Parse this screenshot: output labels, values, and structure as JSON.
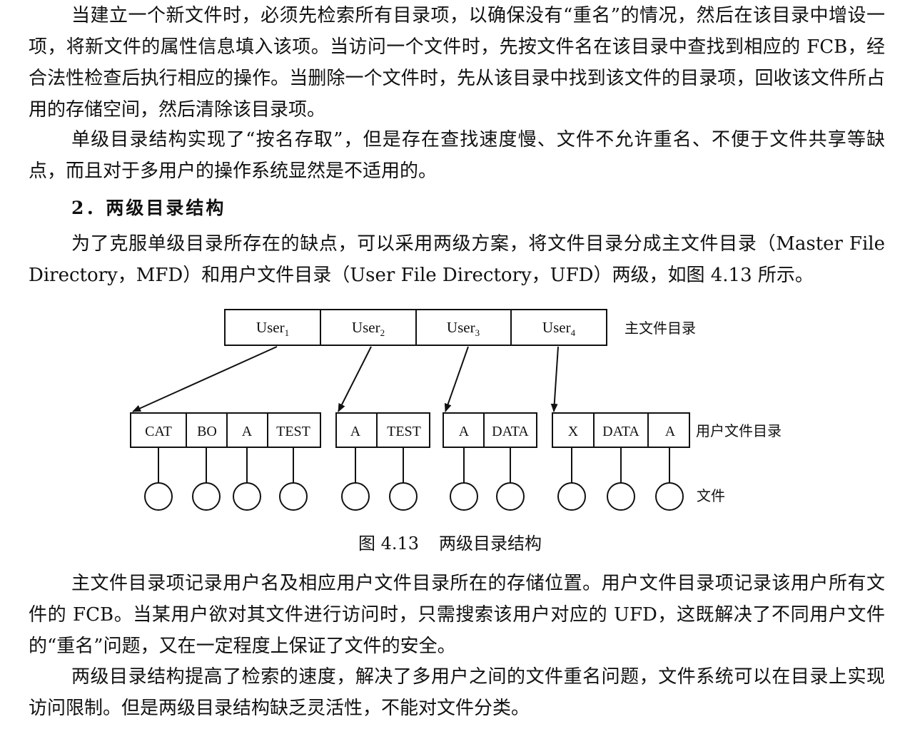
{
  "paragraphs": [
    "当建立一个新文件时，必须先检索所有目录项，以确保没有“重名”的情况，然后在该目录中增设一项，将新文件的属性信息填入该项。当访问一个文件时，先按文件名在该目录中查找到相应的 FCB，经合法性检查后执行相应的操作。当删除一个文件时，先从该目录中找到该文件的目录项，回收该文件所占用的存储空间，然后清除该目录项。",
    "单级目录结构实现了“按名存取”，但是存在查找速度慢、文件不允许重名、不便于文件共享等缺点，而且对于多用户的操作系统显然是不适用的。",
    "为了克服单级目录所存在的缺点，可以采用两级方案，将文件目录分成主文件目录（Master File Directory，MFD）和用户文件目录（User File Directory，UFD）两级，如图 4.13 所示。",
    "主文件目录项记录用户名及相应用户文件目录所在的存储位置。用户文件目录项记录该用户所有文件的 FCB。当某用户欲对其文件进行访问时，只需搜索该用户对应的 UFD，这既解决了不同用户文件的“重名”问题，又在一定程度上保证了文件的安全。",
    "两级目录结构提高了检索的速度，解决了多用户之间的文件重名问题，文件系统可以在目录上实现访问限制。但是两级目录结构缺乏灵活性，不能对文件分类。"
  ],
  "section_heading": "2．两级目录结构",
  "figure": {
    "caption_number": "图 4.13",
    "caption_title": "两级目录结构",
    "mfd_label": "主文件目录",
    "ufd_label": "用户文件目录",
    "file_label": "文件",
    "users": [
      {
        "name": "User",
        "sub": "1"
      },
      {
        "name": "User",
        "sub": "2"
      },
      {
        "name": "User",
        "sub": "3"
      },
      {
        "name": "User",
        "sub": "4"
      }
    ],
    "ufds": [
      [
        "CAT",
        "BO",
        "A",
        "TEST"
      ],
      [
        "A",
        "TEST"
      ],
      [
        "A",
        "DATA"
      ],
      [
        "X",
        "DATA",
        "A"
      ]
    ]
  }
}
